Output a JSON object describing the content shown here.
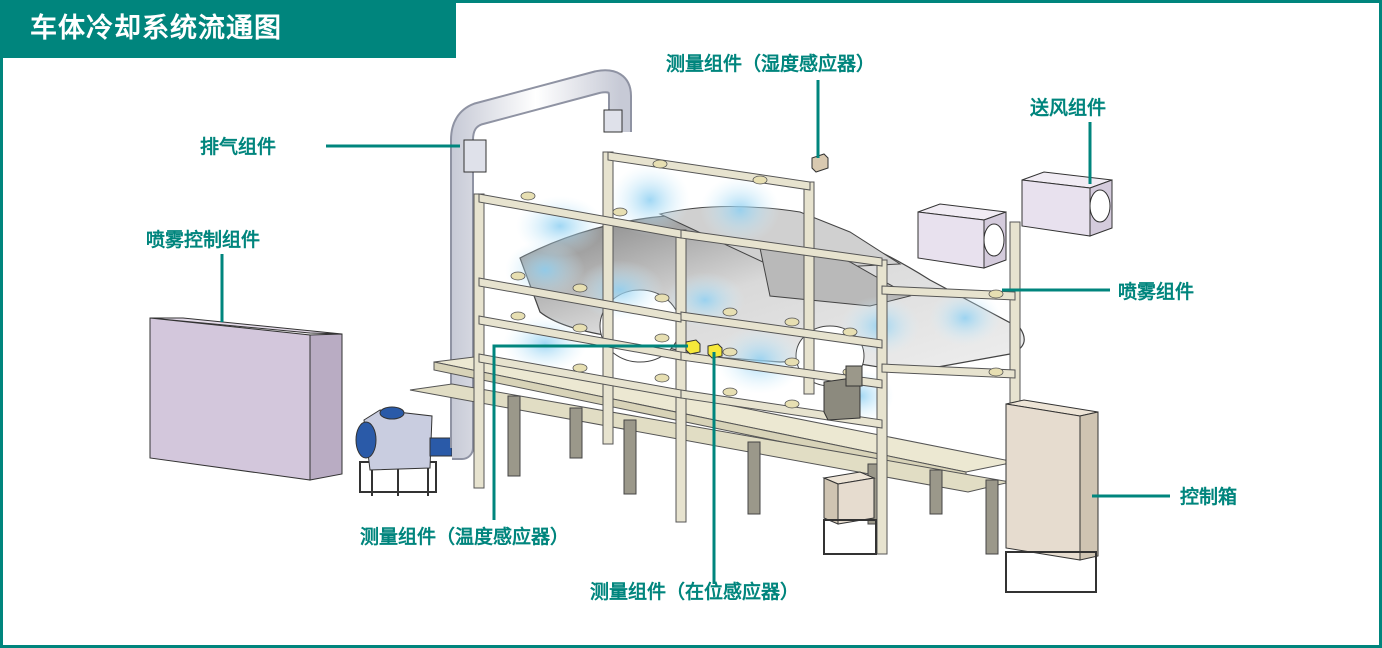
{
  "title": "车体冷却系统流通图",
  "labels": {
    "exhaust": "排气组件",
    "spray_control": "喷雾控制组件",
    "measure_humidity_top": "测量组件（湿度感应器）",
    "air_supply": "送风组件",
    "spray": "喷雾组件",
    "control_box": "控制箱",
    "measure_humidity_bottom": "测量组件（温度感应器）",
    "measure_position": "测量组件（在位感应器）"
  },
  "colors": {
    "accent": "#00857d",
    "frame_post": "#e7e3cf",
    "spray_box": "#cfc3d8",
    "blower": "#c9cde0",
    "cabinet": "#e6dccf",
    "mist": "#bfe2f5",
    "car_body": "#c2c2c2"
  }
}
